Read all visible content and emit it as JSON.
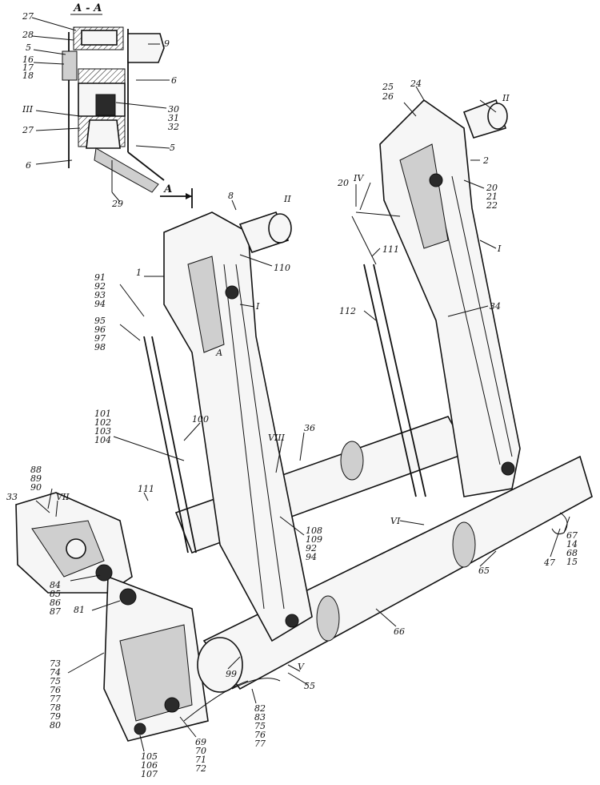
{
  "section_title": "А - А",
  "section_marker": "А",
  "callouts": [
    {
      "id": "c-27a",
      "text": "27"
    },
    {
      "id": "c-28",
      "text": "28"
    },
    {
      "id": "c-5a",
      "text": "5"
    },
    {
      "id": "c-16",
      "text": "16"
    },
    {
      "id": "c-17",
      "text": "17"
    },
    {
      "id": "c-18",
      "text": "18"
    },
    {
      "id": "c-9",
      "text": "9"
    },
    {
      "id": "c-6a",
      "text": "6"
    },
    {
      "id": "c-30",
      "text": "30"
    },
    {
      "id": "c-31",
      "text": "31"
    },
    {
      "id": "c-32",
      "text": "32"
    },
    {
      "id": "c-III",
      "text": "III"
    },
    {
      "id": "c-27b",
      "text": "27"
    },
    {
      "id": "c-5b",
      "text": "5"
    },
    {
      "id": "c-6b",
      "text": "6"
    },
    {
      "id": "c-29",
      "text": "29"
    },
    {
      "id": "c-8",
      "text": "8"
    },
    {
      "id": "c-IIa",
      "text": "II"
    },
    {
      "id": "c-25",
      "text": "25"
    },
    {
      "id": "c-26",
      "text": "26"
    },
    {
      "id": "c-24",
      "text": "24"
    },
    {
      "id": "c-IIb",
      "text": "II"
    },
    {
      "id": "c-2",
      "text": "2"
    },
    {
      "id": "c-20a",
      "text": "20"
    },
    {
      "id": "c-IV",
      "text": "IV"
    },
    {
      "id": "c-20b",
      "text": "20"
    },
    {
      "id": "c-21",
      "text": "21"
    },
    {
      "id": "c-22",
      "text": "22"
    },
    {
      "id": "c-111a",
      "text": "111"
    },
    {
      "id": "c-Ia",
      "text": "I"
    },
    {
      "id": "c-110",
      "text": "110"
    },
    {
      "id": "c-1",
      "text": "1"
    },
    {
      "id": "c-Ib",
      "text": "I"
    },
    {
      "id": "c-112",
      "text": "112"
    },
    {
      "id": "c-34",
      "text": "34"
    },
    {
      "id": "c-91",
      "text": "91"
    },
    {
      "id": "c-92a",
      "text": "92"
    },
    {
      "id": "c-93",
      "text": "93"
    },
    {
      "id": "c-94a",
      "text": "94"
    },
    {
      "id": "c-95",
      "text": "95"
    },
    {
      "id": "c-96",
      "text": "96"
    },
    {
      "id": "c-97",
      "text": "97"
    },
    {
      "id": "c-98",
      "text": "98"
    },
    {
      "id": "c-A",
      "text": "А"
    },
    {
      "id": "c-101",
      "text": "101"
    },
    {
      "id": "c-102",
      "text": "102"
    },
    {
      "id": "c-103",
      "text": "103"
    },
    {
      "id": "c-104",
      "text": "104"
    },
    {
      "id": "c-100",
      "text": "100"
    },
    {
      "id": "c-36",
      "text": "36"
    },
    {
      "id": "c-VIII",
      "text": "VIII"
    },
    {
      "id": "c-88",
      "text": "88"
    },
    {
      "id": "c-89",
      "text": "89"
    },
    {
      "id": "c-90",
      "text": "90"
    },
    {
      "id": "c-33",
      "text": "33"
    },
    {
      "id": "c-VII",
      "text": "VII"
    },
    {
      "id": "c-111b",
      "text": "111"
    },
    {
      "id": "c-108",
      "text": "108"
    },
    {
      "id": "c-109",
      "text": "109"
    },
    {
      "id": "c-92b",
      "text": "92"
    },
    {
      "id": "c-94b",
      "text": "94"
    },
    {
      "id": "c-VI",
      "text": "VI"
    },
    {
      "id": "c-67",
      "text": "67"
    },
    {
      "id": "c-14",
      "text": "14"
    },
    {
      "id": "c-68",
      "text": "68"
    },
    {
      "id": "c-15",
      "text": "15"
    },
    {
      "id": "c-47",
      "text": "47"
    },
    {
      "id": "c-65",
      "text": "65"
    },
    {
      "id": "c-84",
      "text": "84"
    },
    {
      "id": "c-85",
      "text": "85"
    },
    {
      "id": "c-86",
      "text": "86"
    },
    {
      "id": "c-87",
      "text": "87"
    },
    {
      "id": "c-81",
      "text": "81"
    },
    {
      "id": "c-66",
      "text": "66"
    },
    {
      "id": "c-73",
      "text": "73"
    },
    {
      "id": "c-74",
      "text": "74"
    },
    {
      "id": "c-75a",
      "text": "75"
    },
    {
      "id": "c-76a",
      "text": "76"
    },
    {
      "id": "c-77a",
      "text": "77"
    },
    {
      "id": "c-78",
      "text": "78"
    },
    {
      "id": "c-79",
      "text": "79"
    },
    {
      "id": "c-80",
      "text": "80"
    },
    {
      "id": "c-99",
      "text": "99"
    },
    {
      "id": "c-V",
      "text": "V"
    },
    {
      "id": "c-55",
      "text": "55"
    },
    {
      "id": "c-82",
      "text": "82"
    },
    {
      "id": "c-83",
      "text": "83"
    },
    {
      "id": "c-75b",
      "text": "75"
    },
    {
      "id": "c-76b",
      "text": "76"
    },
    {
      "id": "c-77b",
      "text": "77"
    },
    {
      "id": "c-69",
      "text": "69"
    },
    {
      "id": "c-70",
      "text": "70"
    },
    {
      "id": "c-71",
      "text": "71"
    },
    {
      "id": "c-72",
      "text": "72"
    },
    {
      "id": "c-105",
      "text": "105"
    },
    {
      "id": "c-106",
      "text": "106"
    },
    {
      "id": "c-107",
      "text": "107"
    }
  ]
}
